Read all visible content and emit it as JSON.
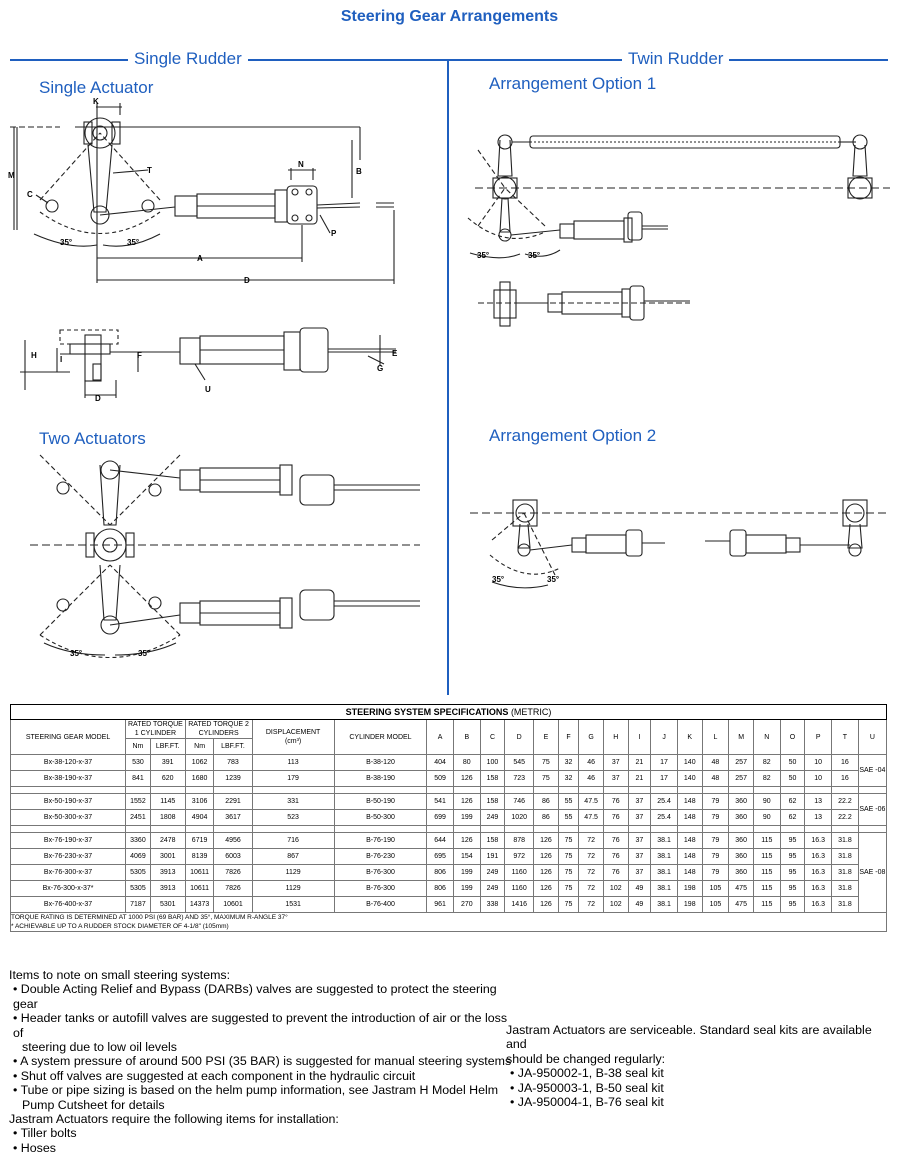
{
  "page": {
    "title": "Steering Gear Arrangements",
    "single_rudder": "Single Rudder",
    "twin_rudder": "Twin Rudder",
    "single_actuator": "Single Actuator",
    "two_actuators": "Two Actuators",
    "option1": "Arrangement Option 1",
    "option2": "Arrangement Option 2"
  },
  "diagram_labels": {
    "K": "K",
    "M": "M",
    "C": "C",
    "T": "T",
    "N": "N",
    "B": "B",
    "P": "P",
    "A": "A",
    "D": "D",
    "H": "H",
    "I": "I",
    "F": "F",
    "E": "E",
    "G": "G",
    "U": "U",
    "angle": "35°"
  },
  "table": {
    "caption_bold": "STEERING SYSTEM SPECIFICATIONS",
    "caption_normal": "(METRIC)",
    "col_model": "STEERING GEAR MODEL",
    "col_torque1": "RATED TORQUE 1 CYLINDER",
    "col_torque2": "RATED TORQUE 2 CYLINDERS",
    "col_disp": "DISPLACEMENT",
    "col_disp_unit": "(cm³)",
    "col_cyl": "CYLINDER MODEL",
    "unit_nm": "Nm",
    "unit_lbf": "LBF.FT.",
    "letters": [
      "A",
      "B",
      "C",
      "D",
      "E",
      "F",
      "G",
      "H",
      "I",
      "J",
      "K",
      "L",
      "M",
      "N",
      "O",
      "P",
      "T",
      "U"
    ],
    "groups": [
      {
        "u": "SAE -04",
        "rows": [
          [
            "Bx-38-120-x-37",
            "530",
            "391",
            "1062",
            "783",
            "113",
            "B-38-120",
            "404",
            "80",
            "100",
            "545",
            "75",
            "32",
            "46",
            "37",
            "21",
            "17",
            "140",
            "48",
            "257",
            "82",
            "50",
            "10",
            "16"
          ],
          [
            "Bx-38-190-x-37",
            "841",
            "620",
            "1680",
            "1239",
            "179",
            "B-38-190",
            "509",
            "126",
            "158",
            "723",
            "75",
            "32",
            "46",
            "37",
            "21",
            "17",
            "140",
            "48",
            "257",
            "82",
            "50",
            "10",
            "16"
          ]
        ]
      },
      {
        "u": "SAE -06",
        "rows": [
          [
            "Bx-50-190-x-37",
            "1552",
            "1145",
            "3106",
            "2291",
            "331",
            "B-50-190",
            "541",
            "126",
            "158",
            "746",
            "86",
            "55",
            "47.5",
            "76",
            "37",
            "25.4",
            "148",
            "79",
            "360",
            "90",
            "62",
            "13",
            "22.2"
          ],
          [
            "Bx-50-300-x-37",
            "2451",
            "1808",
            "4904",
            "3617",
            "523",
            "B-50-300",
            "699",
            "199",
            "249",
            "1020",
            "86",
            "55",
            "47.5",
            "76",
            "37",
            "25.4",
            "148",
            "79",
            "360",
            "90",
            "62",
            "13",
            "22.2"
          ]
        ]
      },
      {
        "u": "SAE -08",
        "rows": [
          [
            "Bx-76-190-x-37",
            "3360",
            "2478",
            "6719",
            "4956",
            "716",
            "B-76-190",
            "644",
            "126",
            "158",
            "878",
            "126",
            "75",
            "72",
            "76",
            "37",
            "38.1",
            "148",
            "79",
            "360",
            "115",
            "95",
            "16.3",
            "31.8"
          ],
          [
            "Bx-76-230-x-37",
            "4069",
            "3001",
            "8139",
            "6003",
            "867",
            "B-76-230",
            "695",
            "154",
            "191",
            "972",
            "126",
            "75",
            "72",
            "76",
            "37",
            "38.1",
            "148",
            "79",
            "360",
            "115",
            "95",
            "16.3",
            "31.8"
          ],
          [
            "Bx-76-300-x-37",
            "5305",
            "3913",
            "10611",
            "7826",
            "1129",
            "B-76-300",
            "806",
            "199",
            "249",
            "1160",
            "126",
            "75",
            "72",
            "76",
            "37",
            "38.1",
            "148",
            "79",
            "360",
            "115",
            "95",
            "16.3",
            "31.8"
          ],
          [
            "Bx-76-300-x-37*",
            "5305",
            "3913",
            "10611",
            "7826",
            "1129",
            "B-76-300",
            "806",
            "199",
            "249",
            "1160",
            "126",
            "75",
            "72",
            "102",
            "49",
            "38.1",
            "198",
            "105",
            "475",
            "115",
            "95",
            "16.3",
            "31.8"
          ],
          [
            "Bx-76-400-x-37",
            "7187",
            "5301",
            "14373",
            "10601",
            "1531",
            "B-76-400",
            "961",
            "270",
            "338",
            "1416",
            "126",
            "75",
            "72",
            "102",
            "49",
            "38.1",
            "198",
            "105",
            "475",
            "115",
            "95",
            "16.3",
            "31.8"
          ]
        ]
      }
    ],
    "footnote1": "TORQUE RATING IS DETERMINED AT 1000 PSI (69 BAR) AND 35°, MAXIMUM  R-ANGLE 37°",
    "footnote2": "* ACHIEVABLE  UP TO A RUDDER STOCK DIAMETER OF 4-1/8\" (105mm)"
  },
  "notes": {
    "heading": "Items to note on small steering systems:",
    "items": [
      "Double Acting Relief and Bypass (DARBs) valves are suggested to protect the steering gear",
      "Header tanks or autofill valves are suggested to prevent the introduction of air or the loss of",
      "steering due to low oil levels",
      "A system pressure of around 500 PSI (35 BAR) is suggested for manual steering systems",
      "Shut off valves are suggested at each component in the hydraulic circuit",
      "Tube or pipe sizing is based on the helm pump information, see Jastram H Model Helm",
      "Pump Cutsheet for details"
    ],
    "install_heading": "Jastram Actuators require the following items for installation:",
    "install_items": [
      "Tiller bolts",
      "Hoses"
    ]
  },
  "kits": {
    "line1": "Jastram Actuators are serviceable.  Standard seal kits are available and",
    "line2": "should be changed regularly:",
    "items": [
      "JA-950002-1, B-38 seal kit",
      "JA-950003-1, B-50 seal kit",
      "JA-950004-1, B-76 seal kit"
    ]
  }
}
